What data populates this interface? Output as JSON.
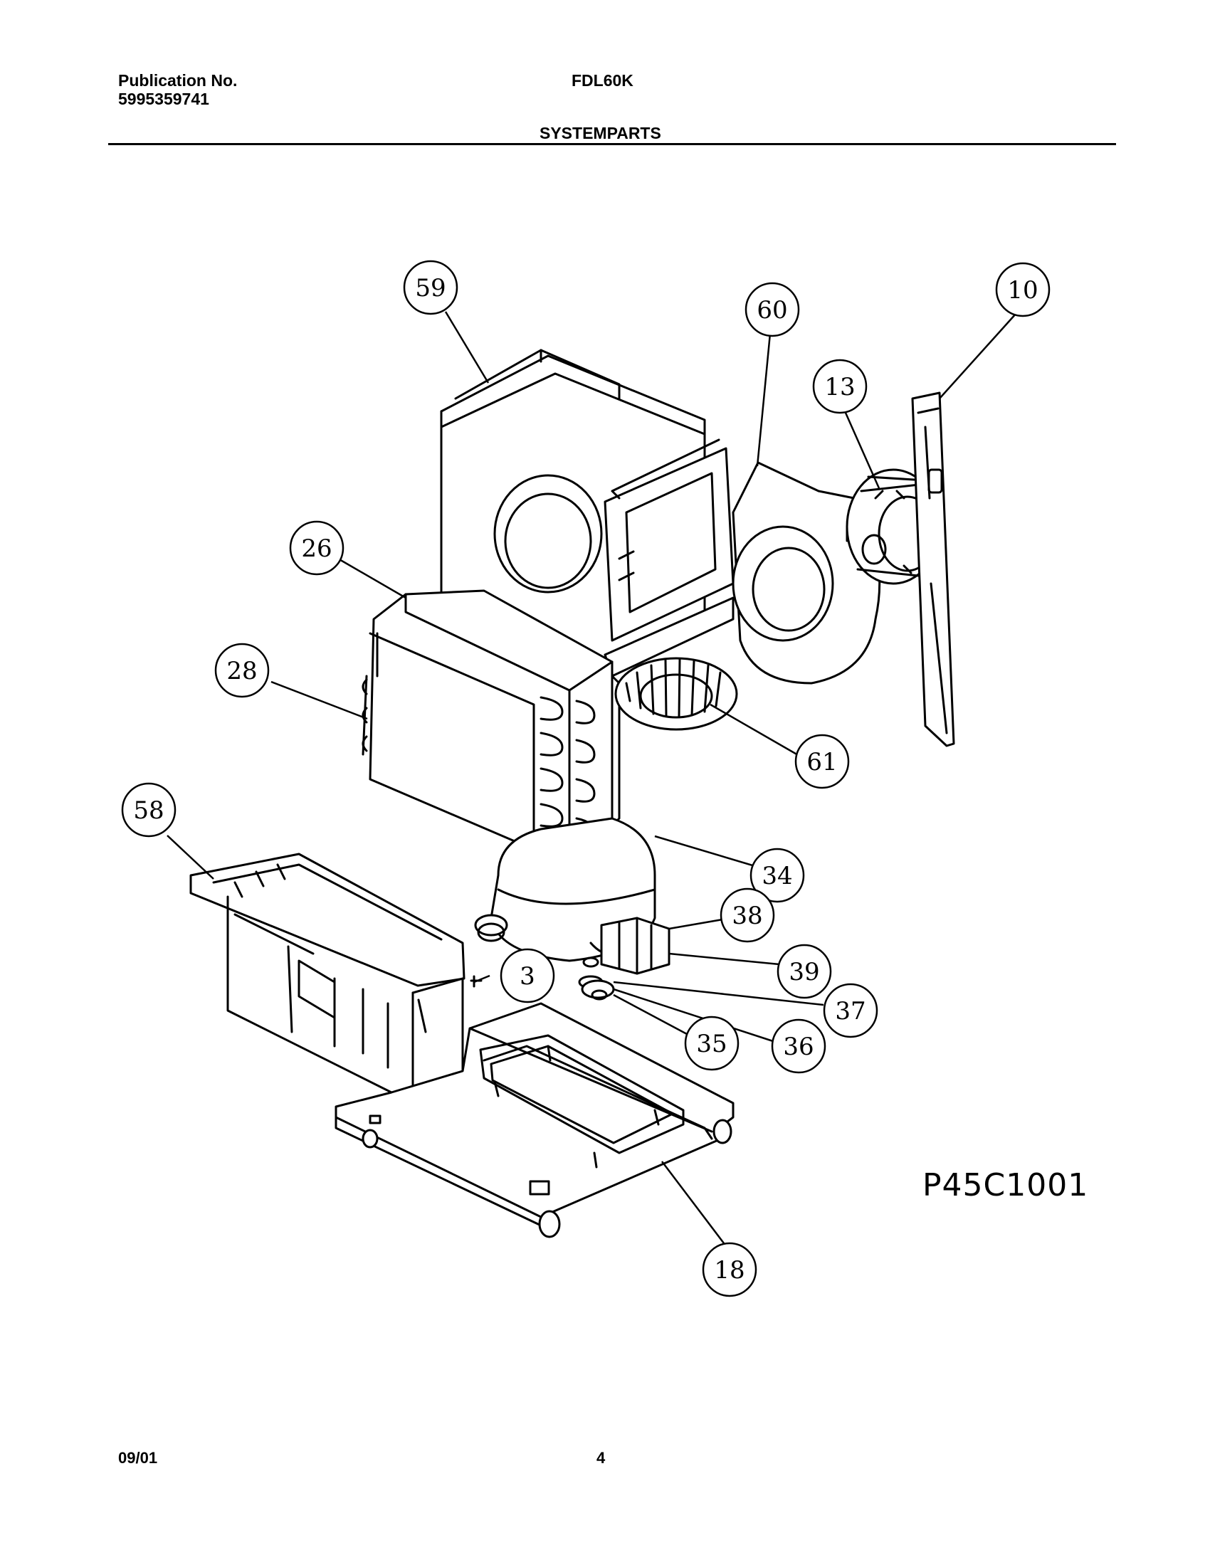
{
  "header": {
    "publication_label": "Publication No.",
    "publication_number": "5995359741",
    "model": "FDL60K",
    "section_title": "SYSTEMPARTS"
  },
  "diagram": {
    "figure_code": "P45C1001",
    "callouts": [
      "59",
      "60",
      "10",
      "13",
      "26",
      "28",
      "58",
      "61",
      "34",
      "38",
      "39",
      "3",
      "37",
      "35",
      "36",
      "18"
    ]
  },
  "footer": {
    "date": "09/01",
    "page": "4"
  }
}
